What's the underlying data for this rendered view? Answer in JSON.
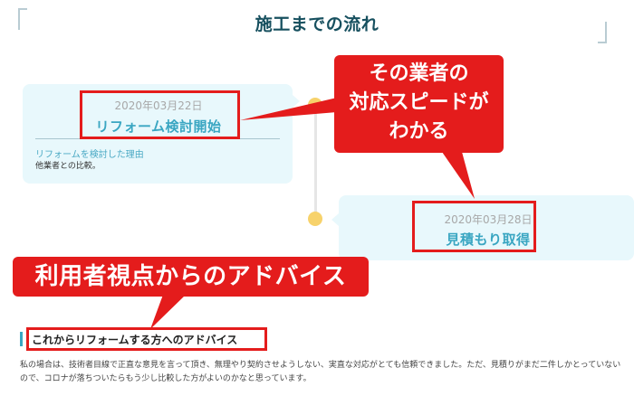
{
  "page": {
    "title": "施工までの流れ"
  },
  "timeline": [
    {
      "date": "2020年03月22日",
      "step": "リフォーム検討開始",
      "reason_label": "リフォームを検討した理由",
      "reason_text": "他業者との比較。"
    },
    {
      "date": "2020年03月28日",
      "step": "見積もり取得"
    }
  ],
  "callouts": {
    "speed": [
      "その業者の",
      "対応スピードが",
      "わかる"
    ],
    "advice": "利用者視点からのアドバイス"
  },
  "advice_section": {
    "heading": "これからリフォームする方へのアドバイス",
    "body": "私の場合は、技術者目線で正直な意見を言って頂き、無理やり契約させようしない、実直な対応がとても信頼できました。ただ、見積りがまだ二件しかとっていないので、コロナが落ちついたらもう少し比較した方がよいのかなと思っています。"
  },
  "colors": {
    "title": "#17505f",
    "accent": "#3aa6c2",
    "card_bg": "#e8f8fc",
    "timeline_dot": "#f7d26b",
    "highlight_red": "#e41c1c"
  }
}
